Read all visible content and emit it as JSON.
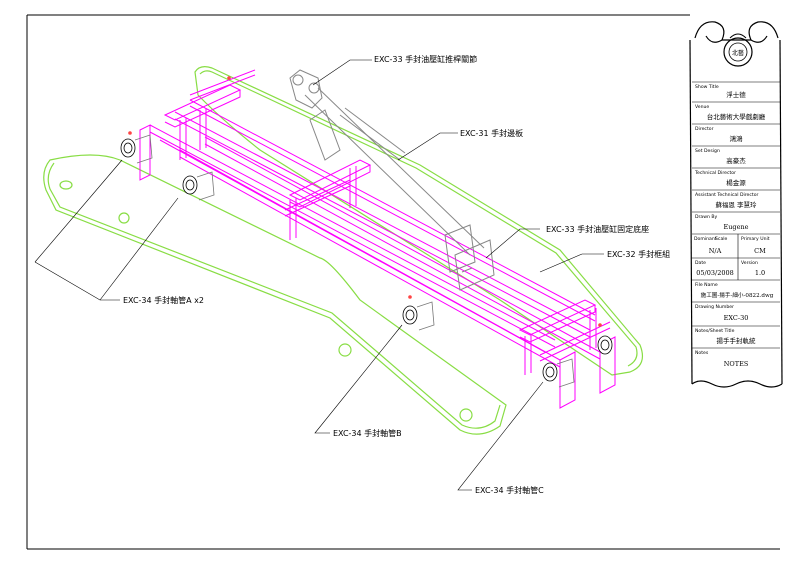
{
  "callouts": [
    {
      "id": "exc33a",
      "text": "EXC-33 手封油壓缸推桿關節"
    },
    {
      "id": "exc31",
      "text": "EXC-31 手封邊板"
    },
    {
      "id": "exc33b",
      "text": "EXC-33 手封油壓缸固定底座"
    },
    {
      "id": "exc32",
      "text": "EXC-32 手封框組"
    },
    {
      "id": "exc34a",
      "text": "EXC-34 手封軸管A x2"
    },
    {
      "id": "exc34b",
      "text": "EXC-34 手封軸管B"
    },
    {
      "id": "exc34c",
      "text": "EXC-34 手封軸管C"
    }
  ],
  "title_block": {
    "show_title_label": "Show Title",
    "show_title": "浮士德",
    "venue_label": "Venue",
    "venue": "台北藝術大學戲劇廳",
    "director_label": "Director",
    "director": "鴻鴻",
    "set_design_label": "Set Design",
    "set_design": "高豪杰",
    "technical_director_label": "Technical Director",
    "technical_director": "楊金源",
    "assistant_td_label": "Assistant Technical Director",
    "assistant_td": "蘇福恩 李慧玲",
    "drawn_by_label": "Drawn By",
    "drawn_by": "Eugene",
    "scale_label_a": "Dominant",
    "scale_label_b": "Scale",
    "scale": "N/A",
    "unit_label": "Primary Unit",
    "unit": "CM",
    "date_label": "Date",
    "date": "05/03/2008",
    "version_label": "Version",
    "version": "1.0",
    "file_label": "File Name",
    "file": "施工圖-揚手-細小-0822.dwg",
    "drawing_number_label": "Drawing Number",
    "drawing_number": "EXC-30",
    "sheet_title_label": "Notes/Sheet Title",
    "sheet_title": "揚手手封軌統",
    "notes_label": "Notes",
    "notes": "NOTES",
    "logo_text": "北藝"
  },
  "colors": {
    "frame": "#ff00ff",
    "plate": "#88dd44",
    "line": "#000000"
  }
}
